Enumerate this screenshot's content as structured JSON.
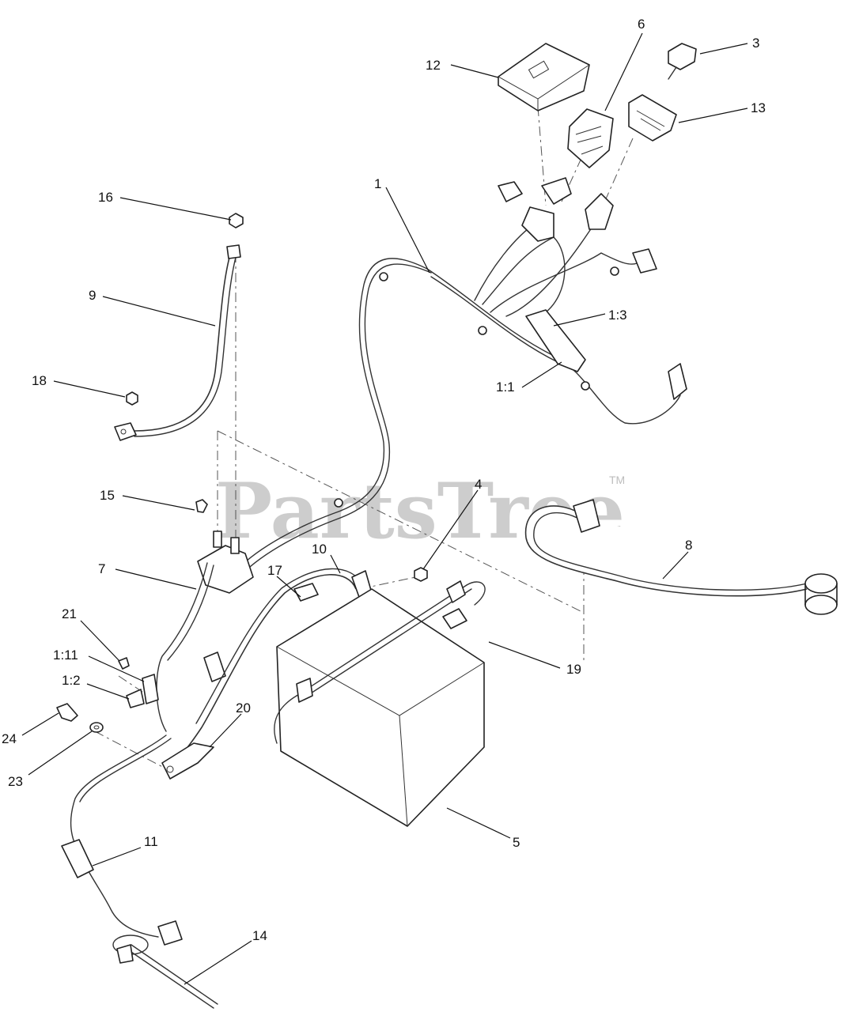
{
  "watermark": {
    "text": "PartsTree",
    "mark": "TM"
  },
  "callouts": {
    "c1": "1",
    "c1_1": "1:1",
    "c1_2": "1:2",
    "c1_3": "1:3",
    "c1_11": "1:11",
    "c3": "3",
    "c4": "4",
    "c5": "5",
    "c6": "6",
    "c7": "7",
    "c8": "8",
    "c9": "9",
    "c10": "10",
    "c11": "11",
    "c12": "12",
    "c13": "13",
    "c14": "14",
    "c15": "15",
    "c16": "16",
    "c17": "17",
    "c18": "18",
    "c19": "19",
    "c20": "20",
    "c21": "21",
    "c23": "23",
    "c24": "24"
  }
}
